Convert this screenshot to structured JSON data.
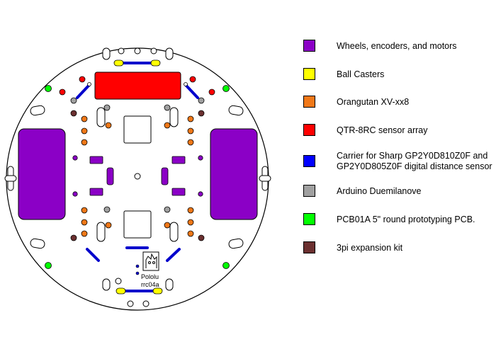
{
  "legend": {
    "items": [
      {
        "label": "Wheels, encoders, and motors",
        "color": "#8b00c6"
      },
      {
        "label": "Ball Casters",
        "color": "#ffff00"
      },
      {
        "label": "Orangutan XV-xx8",
        "color": "#f07818"
      },
      {
        "label": "QTR-8RC sensor array",
        "color": "#ff0000"
      },
      {
        "label": "Carrier for Sharp GP2Y0D810Z0F  and",
        "label2": "GP2Y0D805Z0F digital distance sensor",
        "color": "#0000ff"
      },
      {
        "label": "Arduino Duemilanove",
        "color": "#a0a0a0"
      },
      {
        "label": "PCB01A 5\" round prototyping PCB.",
        "color": "#00ff00"
      },
      {
        "label": "3pi expansion kit",
        "color": "#6b3030"
      }
    ]
  },
  "board": {
    "brand": "Pololu",
    "part_number": "rrc04a",
    "logo": "pololu-logo"
  }
}
